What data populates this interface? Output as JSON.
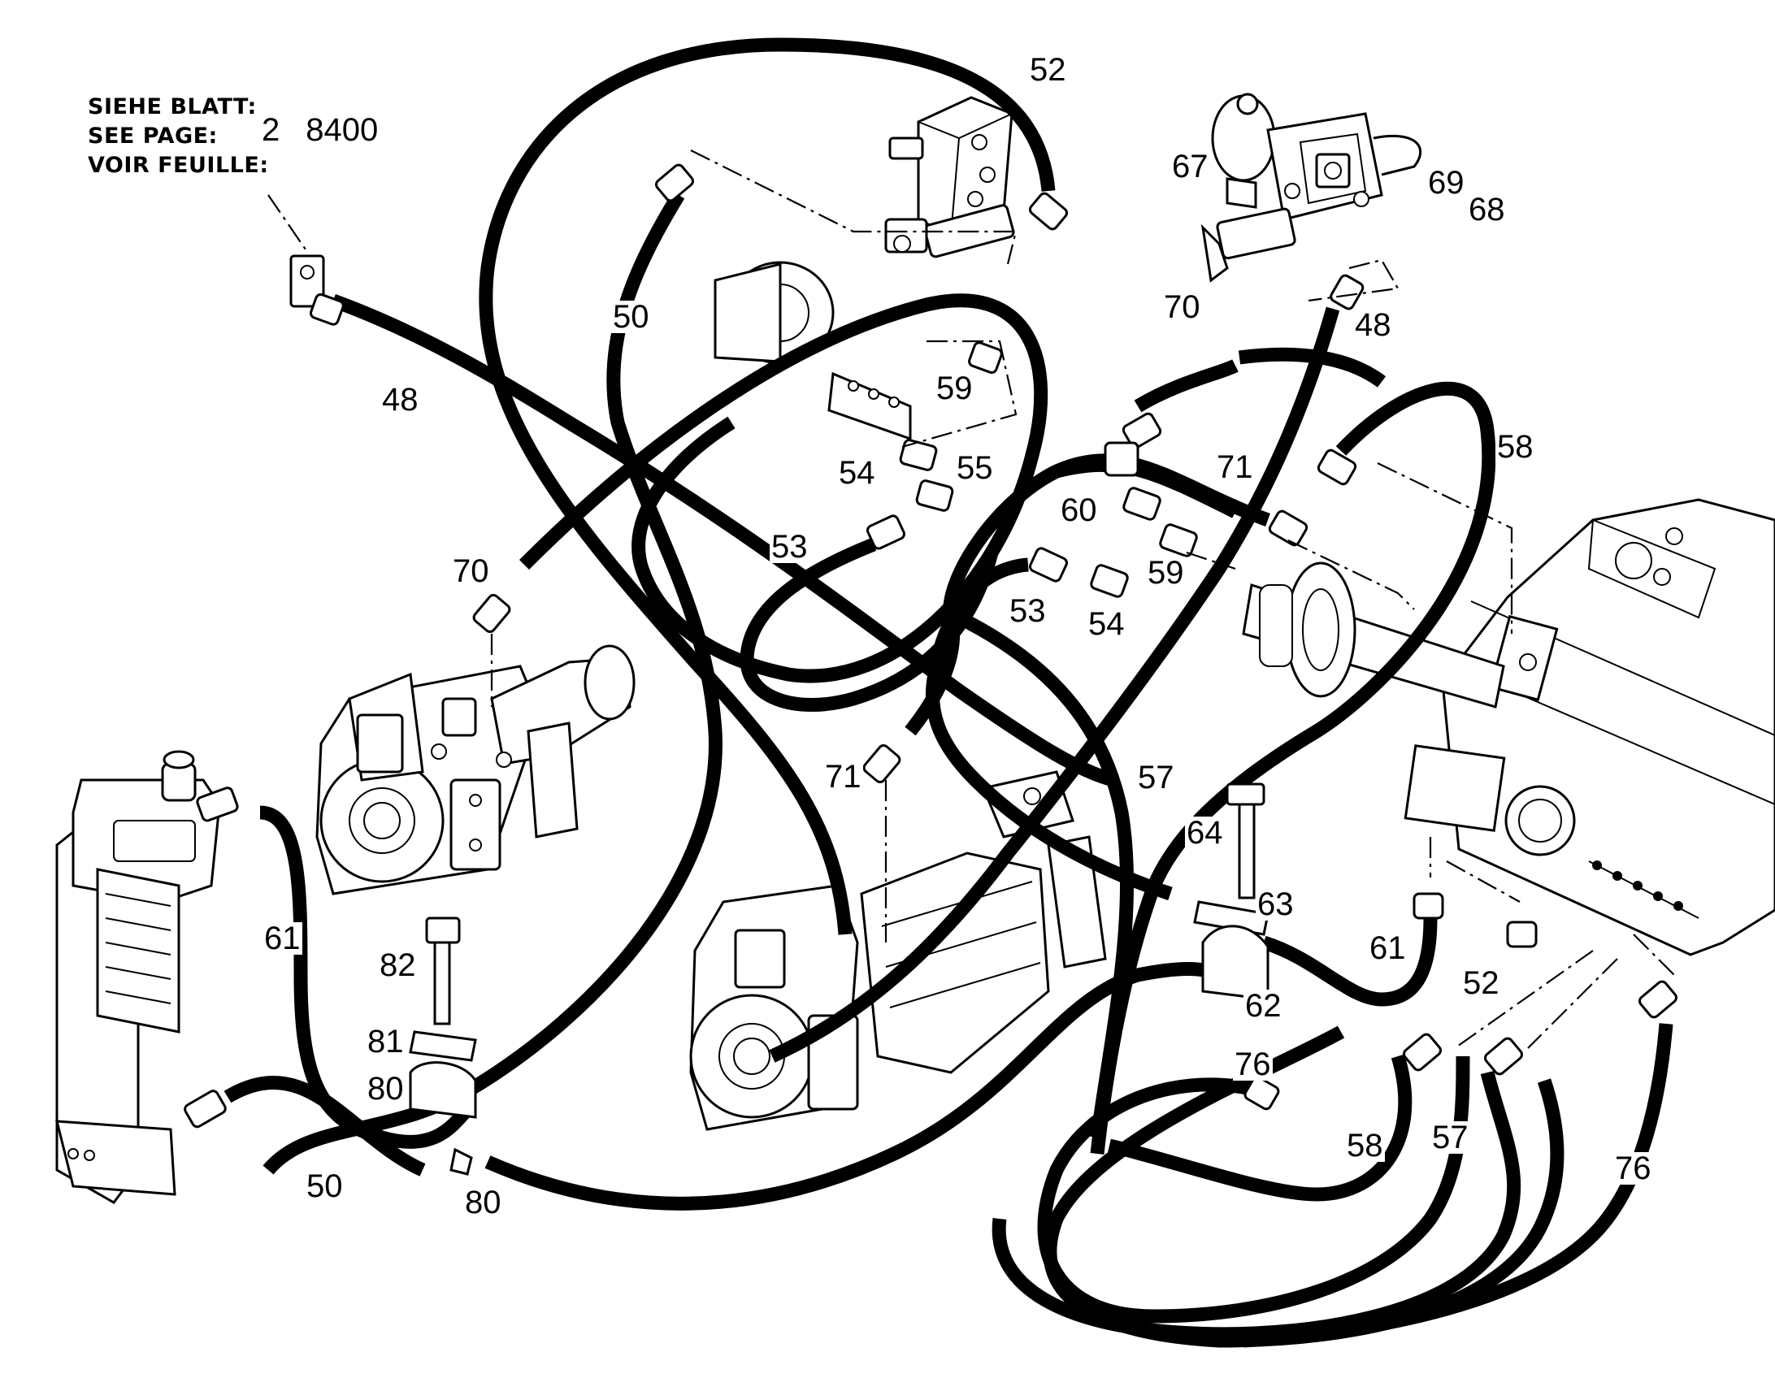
{
  "reference": {
    "label_lines": [
      "SIEHE BLATT:",
      "SEE PAGE:",
      "VOIR FEUILLE:"
    ],
    "group": "2",
    "page": "8400"
  },
  "callouts": [
    {
      "id": "c52a",
      "text": "52"
    },
    {
      "id": "c67",
      "text": "67"
    },
    {
      "id": "c69",
      "text": "69"
    },
    {
      "id": "c68",
      "text": "68"
    },
    {
      "id": "c50a",
      "text": "50"
    },
    {
      "id": "c70a",
      "text": "70"
    },
    {
      "id": "c48a",
      "text": "48"
    },
    {
      "id": "c48b",
      "text": "48"
    },
    {
      "id": "c59a",
      "text": "59"
    },
    {
      "id": "c58a",
      "text": "58"
    },
    {
      "id": "c54a",
      "text": "54"
    },
    {
      "id": "c55",
      "text": "55"
    },
    {
      "id": "c71a",
      "text": "71"
    },
    {
      "id": "c60",
      "text": "60"
    },
    {
      "id": "c59b",
      "text": "59"
    },
    {
      "id": "c53a",
      "text": "53"
    },
    {
      "id": "c53b",
      "text": "53"
    },
    {
      "id": "c54b",
      "text": "54"
    },
    {
      "id": "c70b",
      "text": "70"
    },
    {
      "id": "c71b",
      "text": "71"
    },
    {
      "id": "c57a",
      "text": "57"
    },
    {
      "id": "c64",
      "text": "64"
    },
    {
      "id": "c63",
      "text": "63"
    },
    {
      "id": "c61a",
      "text": "61"
    },
    {
      "id": "c61b",
      "text": "61"
    },
    {
      "id": "c52b",
      "text": "52"
    },
    {
      "id": "c62",
      "text": "62"
    },
    {
      "id": "c82",
      "text": "82"
    },
    {
      "id": "c81",
      "text": "81"
    },
    {
      "id": "c80a",
      "text": "80"
    },
    {
      "id": "c80b",
      "text": "80"
    },
    {
      "id": "c50b",
      "text": "50"
    },
    {
      "id": "c76a",
      "text": "76"
    },
    {
      "id": "c58b",
      "text": "58"
    },
    {
      "id": "c57b",
      "text": "57"
    },
    {
      "id": "c76b",
      "text": "76"
    }
  ]
}
